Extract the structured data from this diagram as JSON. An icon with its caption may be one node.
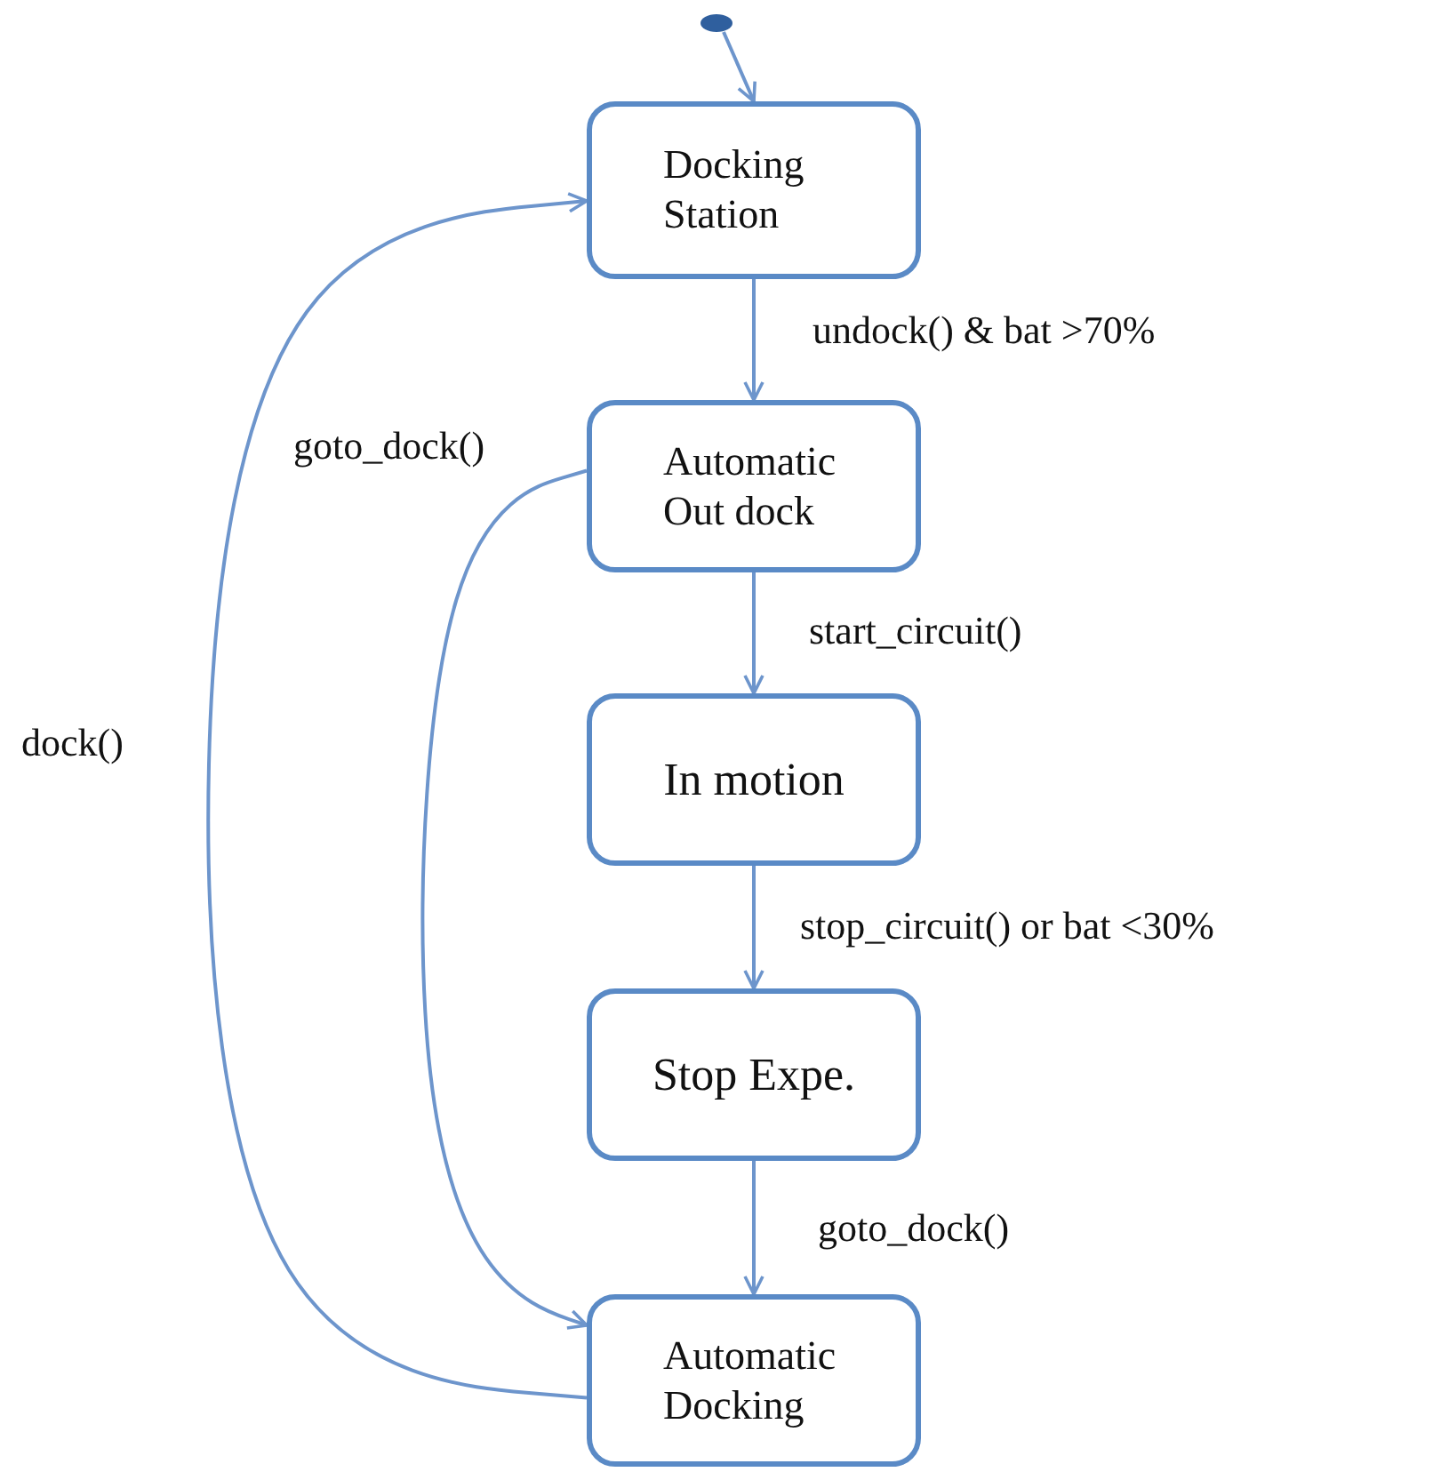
{
  "diagram": {
    "nodes": [
      {
        "text": [],
        "shape": "circle"
      },
      {
        "text": [
          "Docking Station"
        ]
      },
      {
        "text": [
          "Automatic Out dock"
        ]
      },
      {
        "text": [
          "In motion"
        ]
      },
      {
        "text": [
          "Stop Expe."
        ]
      },
      {
        "text": [
          "Automatic Docking"
        ]
      }
    ],
    "edges": [
      {
        "from": 0,
        "to": 1,
        "arrow": "to"
      },
      {
        "from": 1,
        "to": 2,
        "arrow": "to",
        "label": "undock() & bat >70%"
      },
      {
        "from": 2,
        "to": 3,
        "arrow": "to",
        "label": "start_circuit()"
      },
      {
        "from": 3,
        "to": 4,
        "arrow": "to",
        "label": "stop_circuit() or bat <30%"
      },
      {
        "from": 4,
        "to": 5,
        "arrow": "to",
        "label": "goto_dock()"
      },
      {
        "from": 2,
        "to": 5,
        "arrow": "to",
        "label": "goto_dock()"
      },
      {
        "from": 5,
        "to": 1,
        "arrow": "to",
        "label": "dock()"
      }
    ]
  }
}
